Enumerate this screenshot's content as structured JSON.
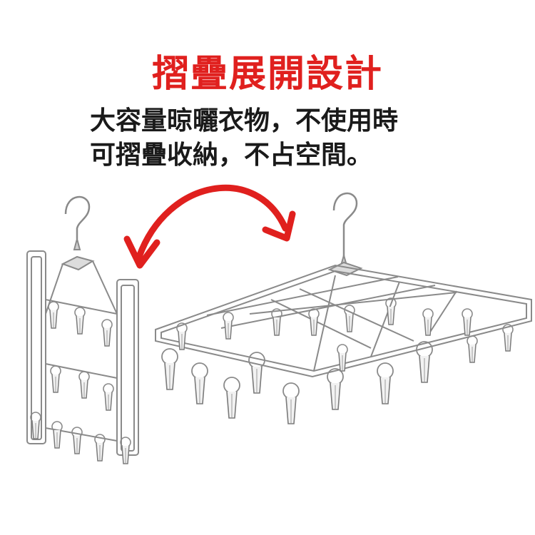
{
  "headline": "摺疊展開設計",
  "description": {
    "line1": "大容量晾曬衣物，不使用時",
    "line2": "可摺疊收納，不占空間。"
  },
  "colors": {
    "headline": "#e0201e",
    "arrow": "#e0201e",
    "text": "#1a1a1a",
    "steel": "#8a8a8a"
  },
  "images": {
    "folded_hanger": "folded-hanger-illustration",
    "expanded_hanger": "expanded-hanger-illustration",
    "transform_arrow": "curved-double-arrow-icon"
  }
}
